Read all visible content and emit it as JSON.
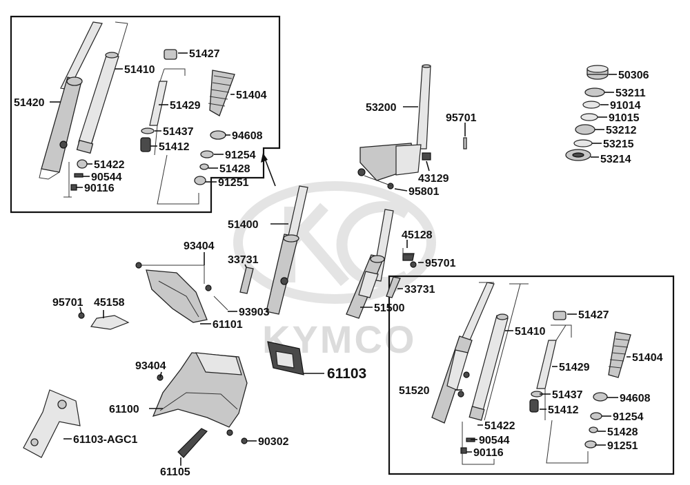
{
  "watermark": "KYMCO",
  "labels": {
    "p51427_a": "51427",
    "p51410_a": "51410",
    "p51420": "51420",
    "p51404_a": "51404",
    "p51429_a": "51429",
    "p51437_a": "51437",
    "p94608_a": "94608",
    "p51412_a": "51412",
    "p91254_a": "91254",
    "p51422_a": "51422",
    "p51428_a": "51428",
    "p90544_a": "90544",
    "p91251_a": "91251",
    "p90116_a": "90116",
    "p53200": "53200",
    "p95701_a": "95701",
    "p43129": "43129",
    "p95801": "95801",
    "p50306": "50306",
    "p53211": "53211",
    "p91014": "91014",
    "p91015": "91015",
    "p53212": "53212",
    "p53215": "53215",
    "p53214": "53214",
    "p51400": "51400",
    "p45128": "45128",
    "p93404_a": "93404",
    "p33731_a": "33731",
    "p95701_b": "95701",
    "p33731_b": "33731",
    "p95701_c": "95701",
    "p45158": "45158",
    "p93903": "93903",
    "p51500": "51500",
    "p61101": "61101",
    "p51427_b": "51427",
    "p51410_b": "51410",
    "p51404_b": "51404",
    "p61103": "61103",
    "p93404_b": "93404",
    "p51429_b": "51429",
    "p51520": "51520",
    "p51437_b": "51437",
    "p94608_b": "94608",
    "p61100": "61100",
    "p51412_b": "51412",
    "p91254_b": "91254",
    "p51422_b": "51422",
    "p51428_b": "51428",
    "p90544_b": "90544",
    "p61103_agc1": "61103-AGC1",
    "p91251_b": "91251",
    "p90302": "90302",
    "p90116_b": "90116",
    "p61105": "61105"
  }
}
